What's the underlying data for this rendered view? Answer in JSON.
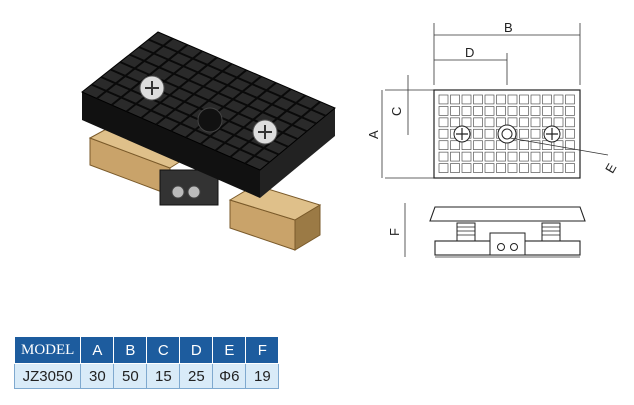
{
  "drawing_labels": {
    "top": {
      "A": "A",
      "B": "B",
      "C": "C",
      "D": "D",
      "E": "E"
    },
    "side": {
      "F": "F"
    }
  },
  "spec_table": {
    "headers": [
      "MODEL",
      "A",
      "B",
      "C",
      "D",
      "E",
      "F"
    ],
    "row": [
      "JZ3050",
      "30",
      "50",
      "15",
      "25",
      "Φ6",
      "19"
    ]
  },
  "colors": {
    "header_bg": "#1d5c9e",
    "cell_bg": "#d9ebf8",
    "pad": "#1a1a1a",
    "wood": "#c9a36a"
  }
}
